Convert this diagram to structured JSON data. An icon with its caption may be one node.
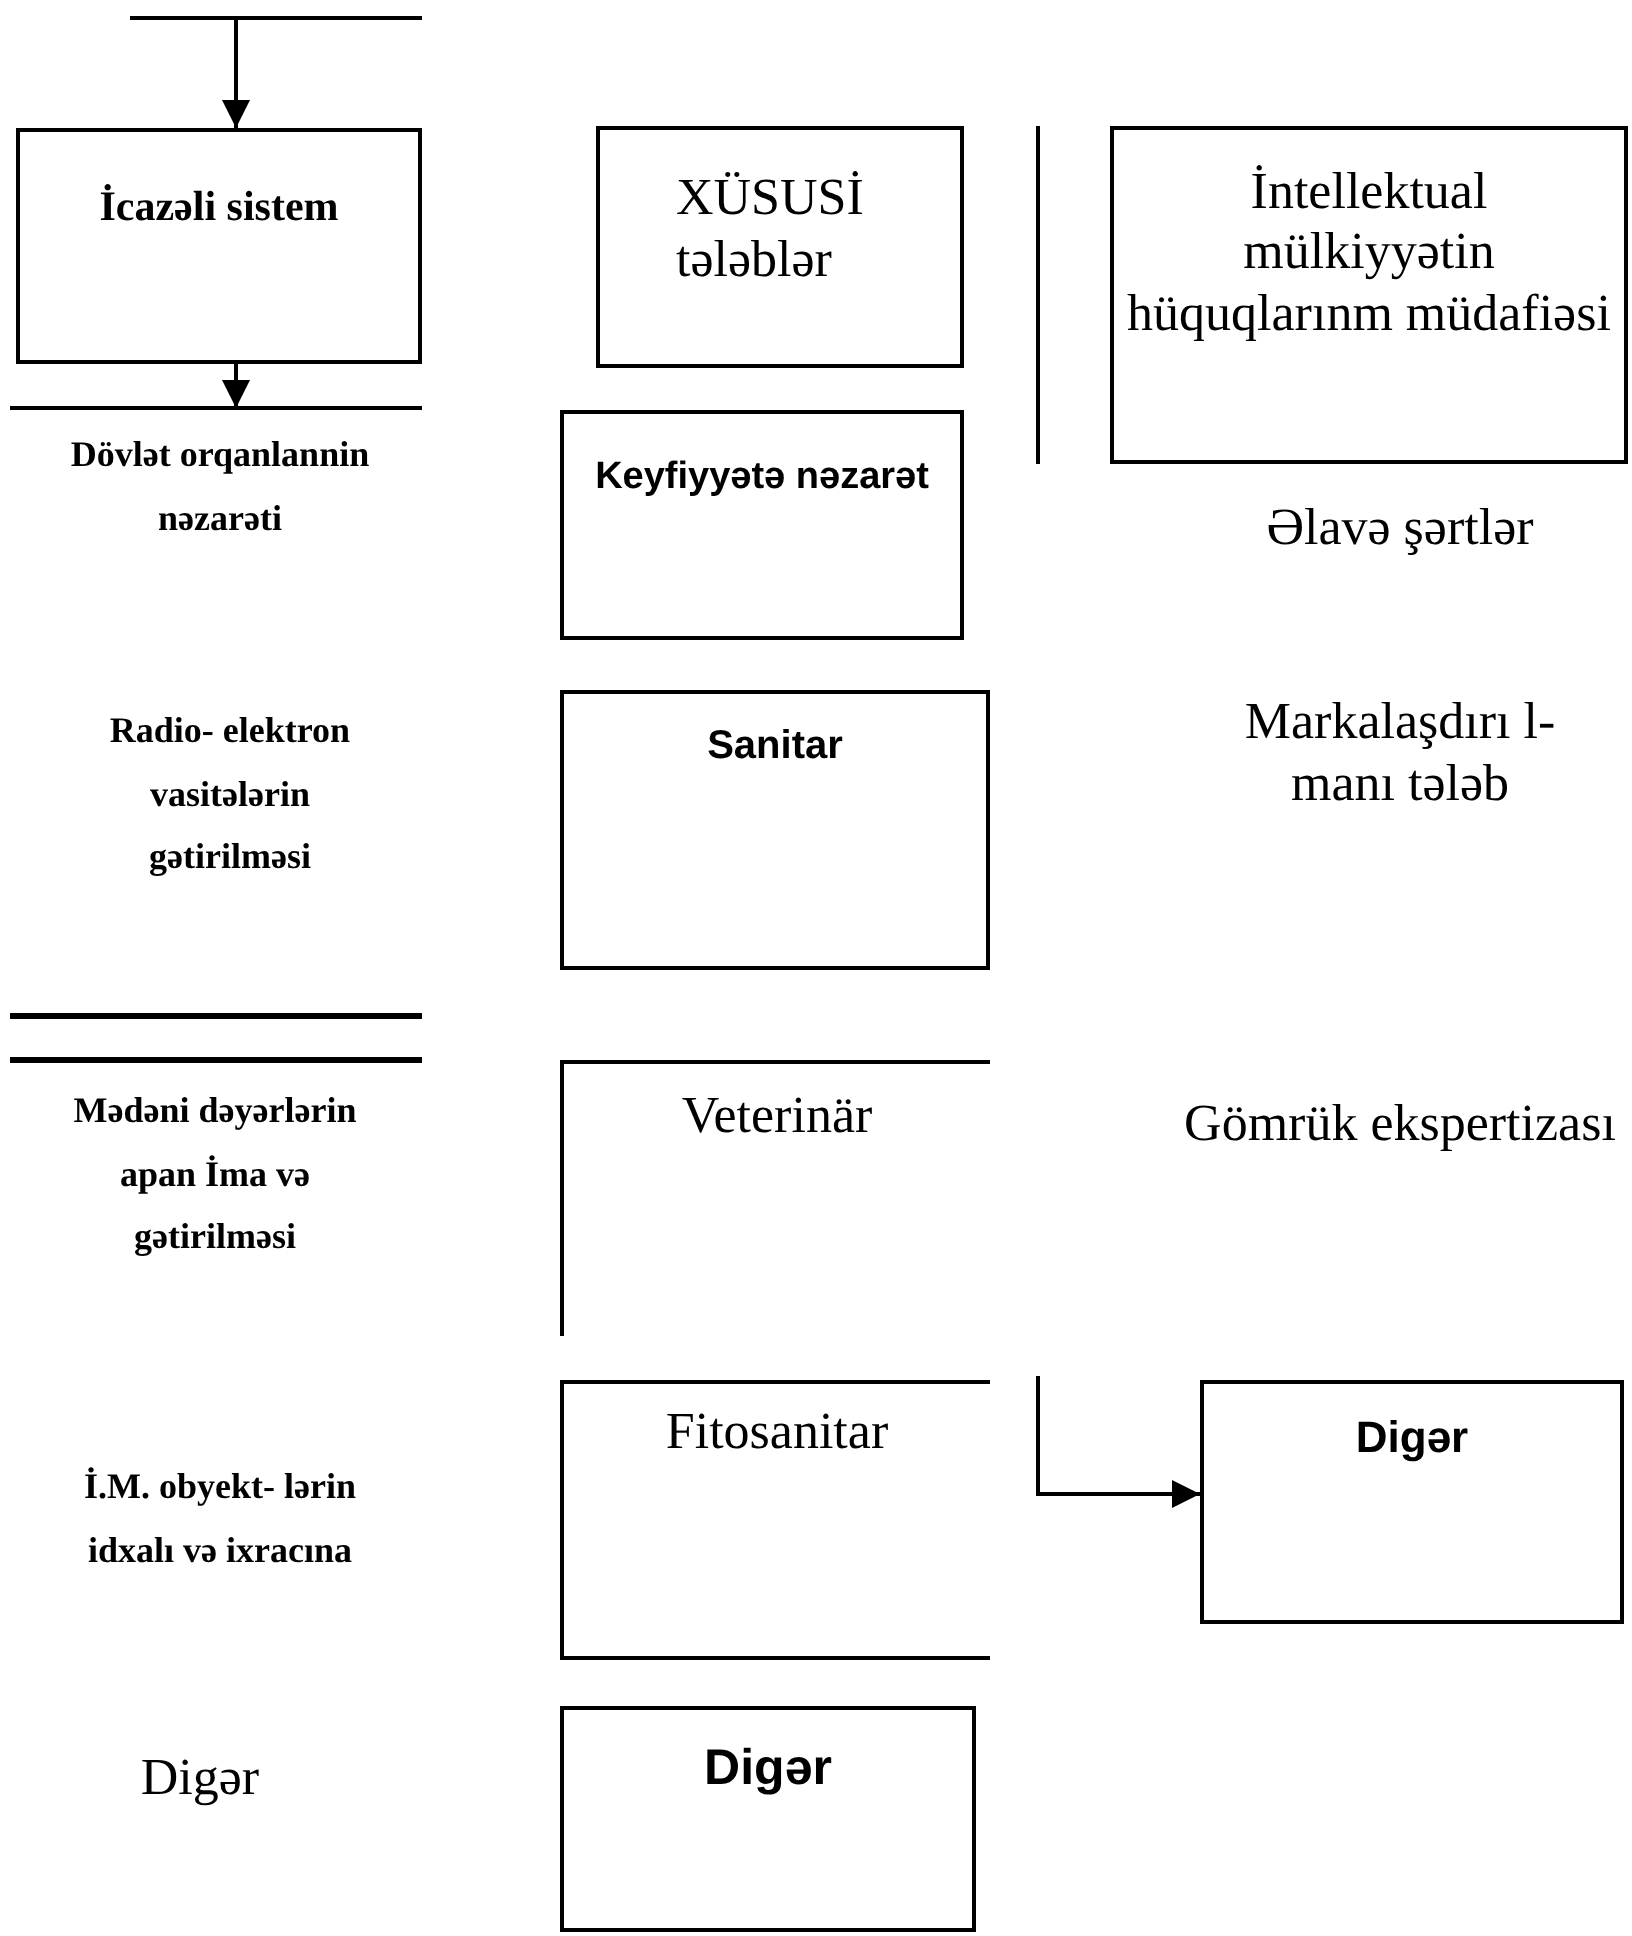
{
  "diagram": {
    "nodes": [
      {
        "text": [
          "İcazəli sistem"
        ]
      },
      {
        "text": [
          "XÜSUSİ tələblər"
        ]
      },
      {
        "text": [
          "İntellektual mülkiyyətin hüquqlarınm müdafiəsi"
        ]
      },
      {
        "text": [
          "Dövlət orqanlannin nəzarəti"
        ]
      },
      {
        "text": [
          "Keyfiyyətə nəzarət"
        ]
      },
      {
        "text": [
          "Sanitar"
        ]
      },
      {
        "text": [
          "Veterinär"
        ]
      },
      {
        "text": [
          "Fitosanitar"
        ]
      },
      {
        "text": [
          "Digər"
        ]
      },
      {
        "text": [
          "Digər"
        ]
      }
    ],
    "edges": [
      {
        "from": null,
        "to": 0,
        "arrow": "to"
      },
      {
        "from": 0,
        "to": 3,
        "arrow": "to"
      },
      {
        "from": null,
        "to": 8,
        "arrow": "to"
      }
    ],
    "labels": [
      "Əlavə şərtlər",
      "Radio- elektron vasitələrin gətirilməsi",
      "Markalaşdırı l- manı tələb",
      "Mədəni dəyərlərin apan İma və gətirilməsi",
      "Gömrük ekspertizası",
      "İ.M. obyekt- lərin idxalı və ixracına",
      "Digər"
    ]
  }
}
